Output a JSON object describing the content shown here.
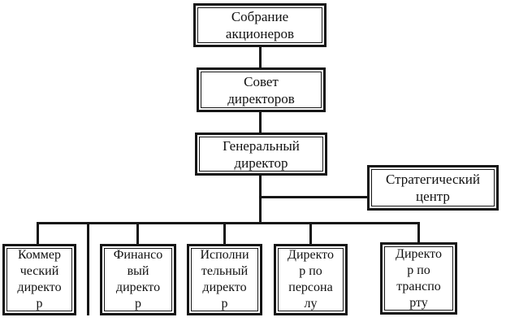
{
  "diagram": {
    "type": "org-chart",
    "colors": {
      "line": "#161616",
      "background": "#ffffff",
      "text": "#111111"
    },
    "nodes": [
      {
        "id": "shareholders-meeting",
        "label": "Собрание\nакционеров"
      },
      {
        "id": "board-of-directors",
        "label": "Совет\nдиректоров"
      },
      {
        "id": "general-director",
        "label": "Генеральный\nдиректор"
      },
      {
        "id": "strategic-center",
        "label": "Стратегический\nцентр"
      },
      {
        "id": "commercial-director",
        "label": "Коммер\nческий\nдиректо\nр"
      },
      {
        "id": "financial-director",
        "label": "Финансо\nвый\nдиректо\nр"
      },
      {
        "id": "executive-director",
        "label": "Исполни\nтельный\nдиректо\nр"
      },
      {
        "id": "hr-director",
        "label": "Директо\nр по\nперсона\nлу"
      },
      {
        "id": "transport-director",
        "label": "Директо\nр по\nтранспо\nрту"
      }
    ],
    "edges": [
      {
        "from": "shareholders-meeting",
        "to": "board-of-directors"
      },
      {
        "from": "board-of-directors",
        "to": "general-director"
      },
      {
        "from": "general-director",
        "to": "strategic-center"
      },
      {
        "from": "general-director",
        "to": "commercial-director"
      },
      {
        "from": "general-director",
        "to": "financial-director"
      },
      {
        "from": "general-director",
        "to": "executive-director"
      },
      {
        "from": "general-director",
        "to": "hr-director"
      },
      {
        "from": "general-director",
        "to": "transport-director"
      }
    ]
  }
}
